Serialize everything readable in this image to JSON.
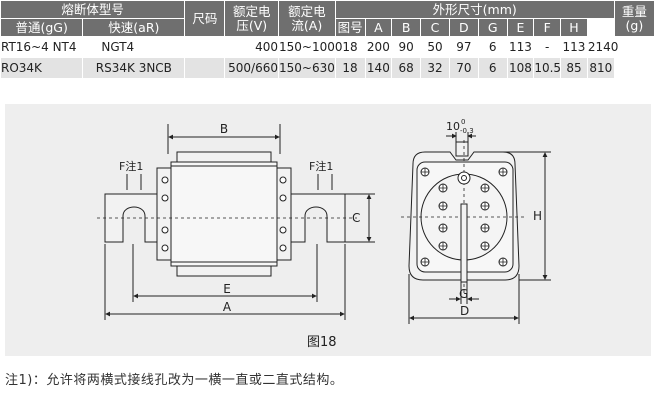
{
  "table": {
    "header": {
      "model_group": "熔断体型号",
      "normal": "普通(gG)",
      "fast": "快速(aR)",
      "size": "尺码",
      "voltage_l1": "额定电",
      "voltage_l2": "压(V)",
      "current_l1": "额定电",
      "current_l2": "流(A)",
      "dims_group": "外形尺寸(mm)",
      "fig_no": "图号",
      "A": "A",
      "B": "B",
      "C": "C",
      "D": "D",
      "G": "G",
      "E": "E",
      "F": "F",
      "H": "H",
      "weight_l1": "重量",
      "weight_l2": "(g)"
    },
    "rows": [
      {
        "normal": "RT16~4  NT4",
        "fast": "NGT4",
        "size": "",
        "voltage": "400",
        "current": "150~1000",
        "fig": "18",
        "A": "200",
        "B": "90",
        "C": "50",
        "D": "97",
        "G": "6",
        "E": "113",
        "F": "-",
        "H": "113",
        "weight": "2140"
      },
      {
        "normal": "RO34K",
        "fast": "RS34K 3NCB",
        "size": "",
        "voltage": "500/660",
        "current": "150~630",
        "fig": "18",
        "A": "140",
        "B": "68",
        "C": "32",
        "D": "70",
        "G": "6",
        "E": "108",
        "F": "10.5",
        "H": "85",
        "weight": "810"
      }
    ]
  },
  "figure": {
    "caption": "图18",
    "labels": {
      "B": "B",
      "C": "C",
      "E": "E",
      "A": "A",
      "D": "D",
      "G": "G",
      "H": "H",
      "F1": "F注1",
      "F2": "F注1"
    },
    "tolerance": {
      "value": "10",
      "upper": "0",
      "lower": "-0.3"
    }
  },
  "footnote": "注1)：允许将两横式接线孔改为一横一直或二直式结构。"
}
